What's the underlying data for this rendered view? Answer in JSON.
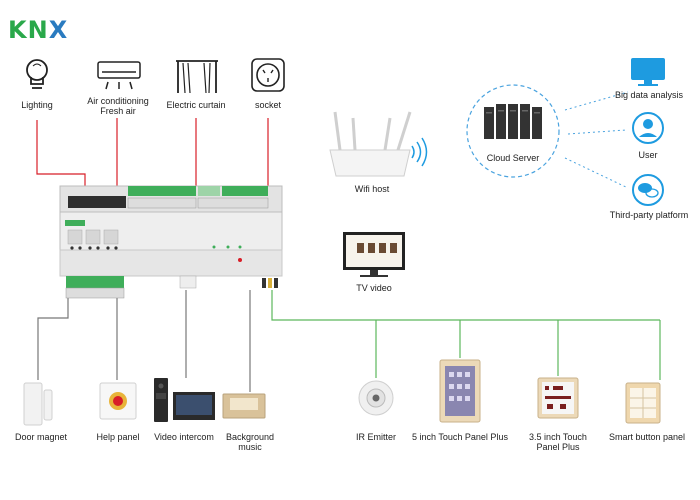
{
  "brand": {
    "logo_text_a": "KN",
    "logo_text_b": "X"
  },
  "top_devices": [
    {
      "id": "lighting",
      "label": "Lighting"
    },
    {
      "id": "ac",
      "label": "Air conditioning",
      "label2": "Fresh air"
    },
    {
      "id": "curtain",
      "label": "Electric curtain"
    },
    {
      "id": "socket",
      "label": "socket"
    }
  ],
  "network": {
    "wifi_label": "Wifi host",
    "tv_label": "TV video",
    "cloud_label": "Cloud Server",
    "cloud_links": [
      {
        "label": "Big data analysis"
      },
      {
        "label": "User"
      },
      {
        "label": "Third-party platform"
      }
    ]
  },
  "bottom_left": [
    {
      "label": "Door magnet"
    },
    {
      "label": "Help panel"
    },
    {
      "label": "Video intercom"
    },
    {
      "label": "Background",
      "label2": "music"
    }
  ],
  "bottom_right": [
    {
      "label": "IR Emitter"
    },
    {
      "label": "5 inch Touch Panel Plus"
    },
    {
      "label": "3.5 inch Touch",
      "label2": "Panel Plus"
    },
    {
      "label": "Smart button panel"
    }
  ],
  "colors": {
    "red_line": "#d81e28",
    "green_line": "#5cb85c",
    "gray_line": "#777777",
    "terminal": "#3fae5a",
    "blue_icon": "#1e9be0"
  }
}
